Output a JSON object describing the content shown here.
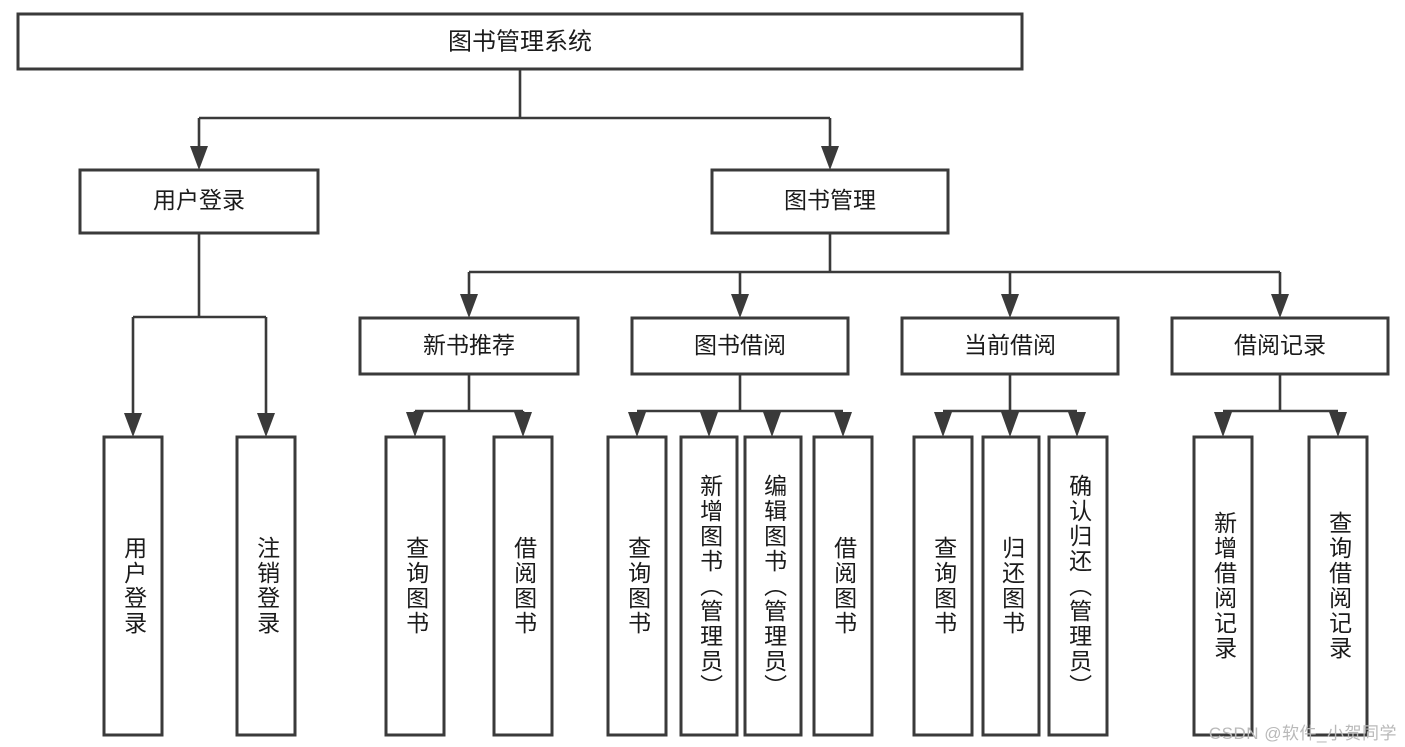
{
  "diagram": {
    "title": "图书管理系统",
    "type": "tree-hierarchy-diagram",
    "colors": {
      "box_stroke": "#3a3a3a",
      "box_fill": "#ffffff",
      "connector": "#3a3a3a",
      "text": "#1b1b1b",
      "background": "#ffffff",
      "watermark": "#b9b9b9"
    },
    "root": {
      "label": "图书管理系统"
    },
    "level1": [
      {
        "label": "用户登录"
      },
      {
        "label": "图书管理"
      }
    ],
    "level2": [
      {
        "label": "新书推荐"
      },
      {
        "label": "图书借阅"
      },
      {
        "label": "当前借阅"
      },
      {
        "label": "借阅记录"
      }
    ],
    "leaves": {
      "user_login": [
        {
          "label": "用户登录"
        },
        {
          "label": "注销登录"
        }
      ],
      "new_book_recommend": [
        {
          "label": "查询图书"
        },
        {
          "label": "借阅图书"
        }
      ],
      "book_borrow": [
        {
          "label": "查询图书"
        },
        {
          "label": "新增图书（管理员）"
        },
        {
          "label": "编辑图书（管理员）"
        },
        {
          "label": "借阅图书"
        }
      ],
      "current_borrow": [
        {
          "label": "查询图书"
        },
        {
          "label": "归还图书"
        },
        {
          "label": "确认归还（管理员）"
        }
      ],
      "borrow_record": [
        {
          "label": "新增借阅记录"
        },
        {
          "label": "查询借阅记录"
        }
      ]
    }
  },
  "watermark": {
    "text": "CSDN @软件_小贺同学"
  }
}
